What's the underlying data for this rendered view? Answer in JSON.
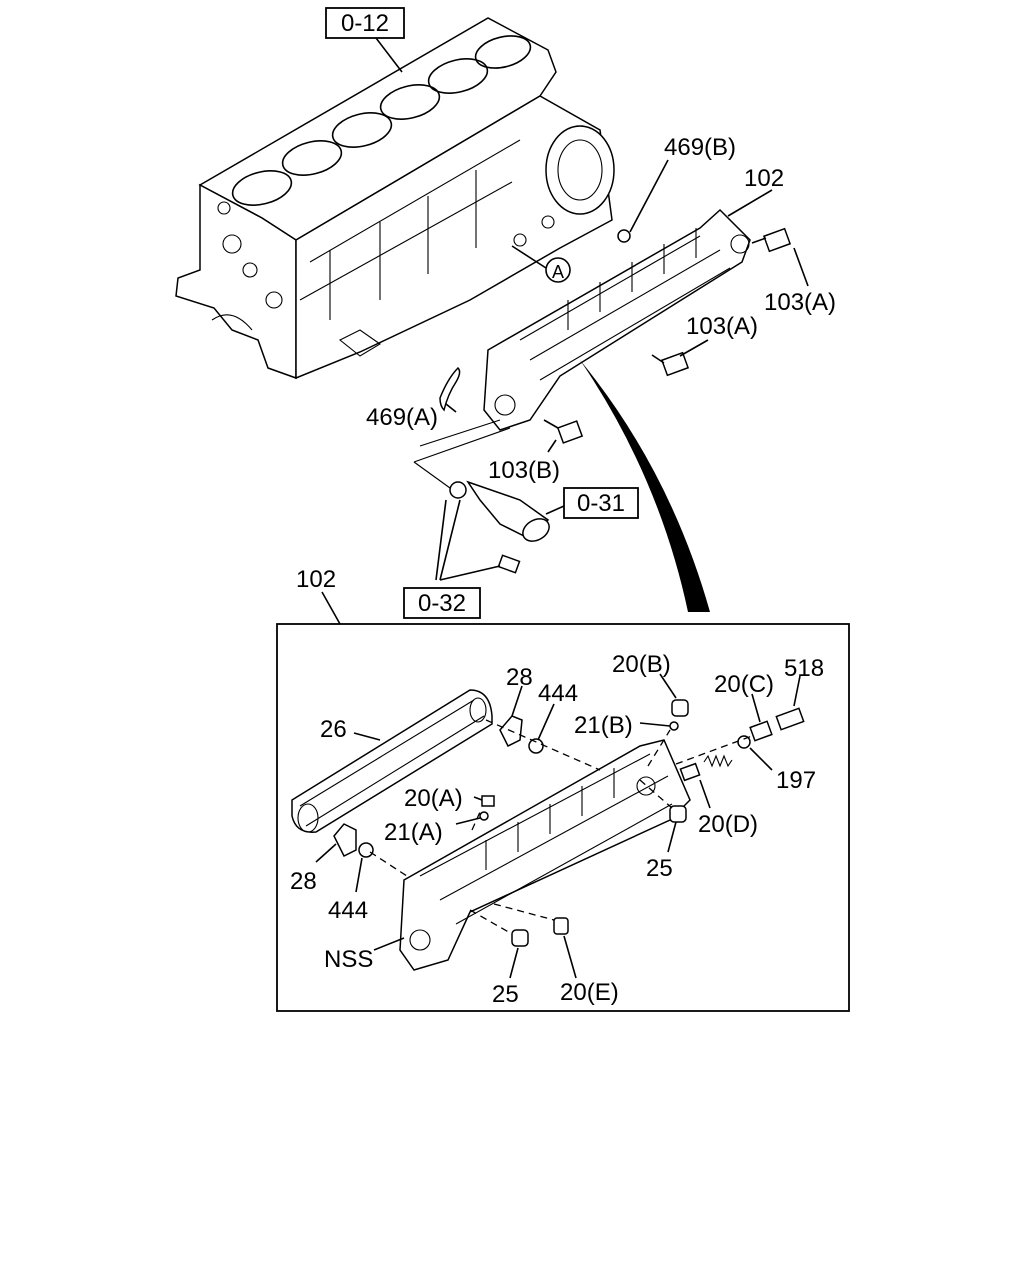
{
  "labels": {
    "ref_0_12": "0-12",
    "ref_0_31": "0-31",
    "ref_0_32": "0-32",
    "l469B": "469(B)",
    "l102_top": "102",
    "l103A_right": "103(A)",
    "l103A_mid": "103(A)",
    "l469A": "469(A)",
    "l103B": "103(B)",
    "circleA": "A",
    "l102_box": "102",
    "l20B": "20(B)",
    "l518": "518",
    "l20C": "20(C)",
    "l28_top": "28",
    "l444_top": "444",
    "l21B": "21(B)",
    "l26": "26",
    "l197": "197",
    "l20A": "20(A)",
    "l20D": "20(D)",
    "l21A": "21(A)",
    "l25_right": "25",
    "l28_bot": "28",
    "l444_bot": "444",
    "lNSS": "NSS",
    "l25_bot": "25",
    "l20E": "20(E)"
  }
}
